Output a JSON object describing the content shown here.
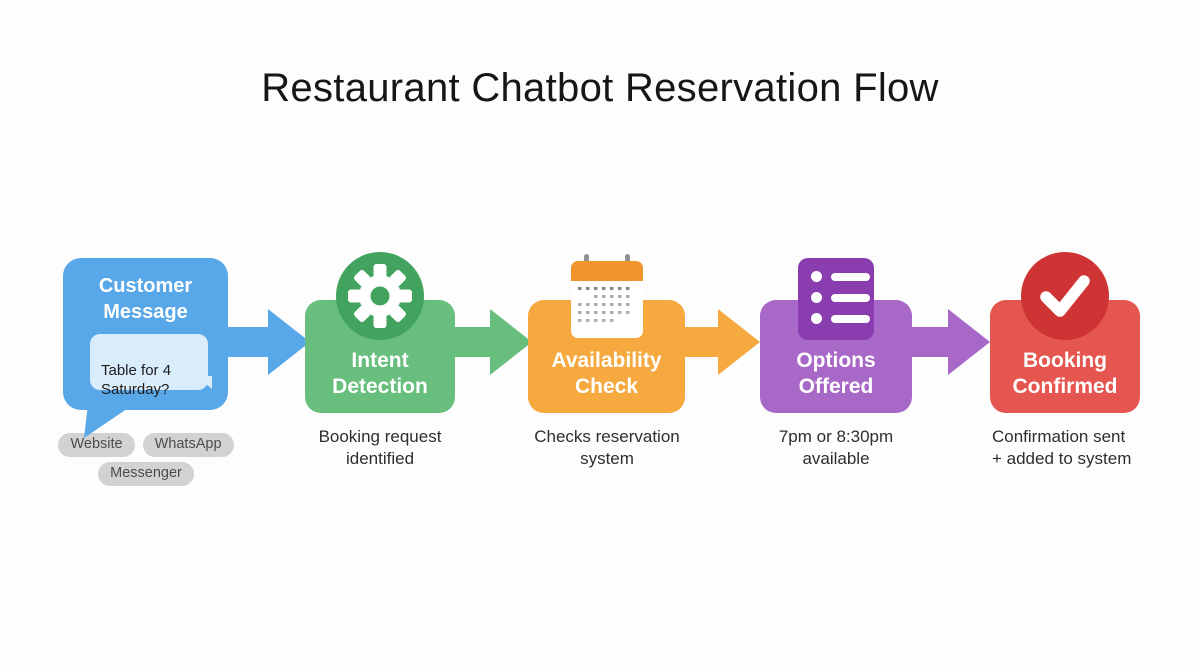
{
  "title": "Restaurant Chatbot Reservation Flow",
  "stages": [
    {
      "label": "Customer\nMessage",
      "message": "Table for 4\nSaturday?",
      "channels": [
        "Website",
        "WhatsApp",
        "Messenger"
      ],
      "icon": "speech-bubble",
      "color": "#58A7E8",
      "message_bubble_color": "#D9ECFA"
    },
    {
      "label": "Intent\nDetection",
      "caption": "Booking request\nidentified",
      "icon": "gear-icon",
      "color": "#68BE7C",
      "icon_color": "#41A35D"
    },
    {
      "label": "Availability\nCheck",
      "caption": "Checks reservation\nsystem",
      "icon": "calendar-icon",
      "color": "#F6A93F",
      "icon_color": "#F0952B"
    },
    {
      "label": "Options\nOffered",
      "caption": "7pm or 8:30pm\navailable",
      "icon": "list-icon",
      "color": "#A868C8",
      "icon_color": "#8A3DAE"
    },
    {
      "label": "Booking\nConfirmed",
      "caption": "Confirmation sent\n+ added to system",
      "icon": "check-icon",
      "color": "#E4564F",
      "icon_color": "#CE3434"
    }
  ],
  "arrows": [
    {
      "color": "#58A7E8"
    },
    {
      "color": "#68BE7C"
    },
    {
      "color": "#F6A93F"
    },
    {
      "color": "#A868C8"
    }
  ]
}
